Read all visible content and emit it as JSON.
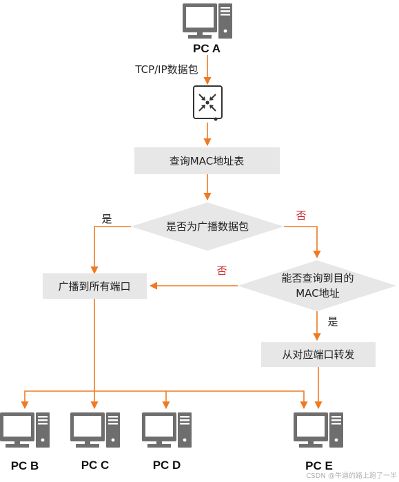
{
  "nodes": {
    "pc_a": "PC A",
    "pc_b": "PC B",
    "pc_c": "PC C",
    "pc_d": "PC D",
    "pc_e": "PC E",
    "lookup": "查询MAC地址表",
    "is_broadcast": "是否为广播数据包",
    "broadcast_all": "广播到所有端口",
    "can_find_line1": "能否查询到目的",
    "can_find_line2": "MAC地址",
    "forward": "从对应端口转发"
  },
  "edges": {
    "tcpip_packet": "TCP/IP数据包",
    "yes_broadcast": "是",
    "no_broadcast": "否",
    "no_find": "否",
    "yes_find": "是"
  },
  "colors": {
    "arrow": "#ee7a22",
    "box": "#e7e7e7",
    "computer": "#6e6e6e",
    "no_label": "#cc2a2a"
  },
  "icons": {
    "computer": "computer-icon",
    "switch": "switch-icon"
  },
  "watermark": "CSDN @牛逼的路上跑了一半"
}
